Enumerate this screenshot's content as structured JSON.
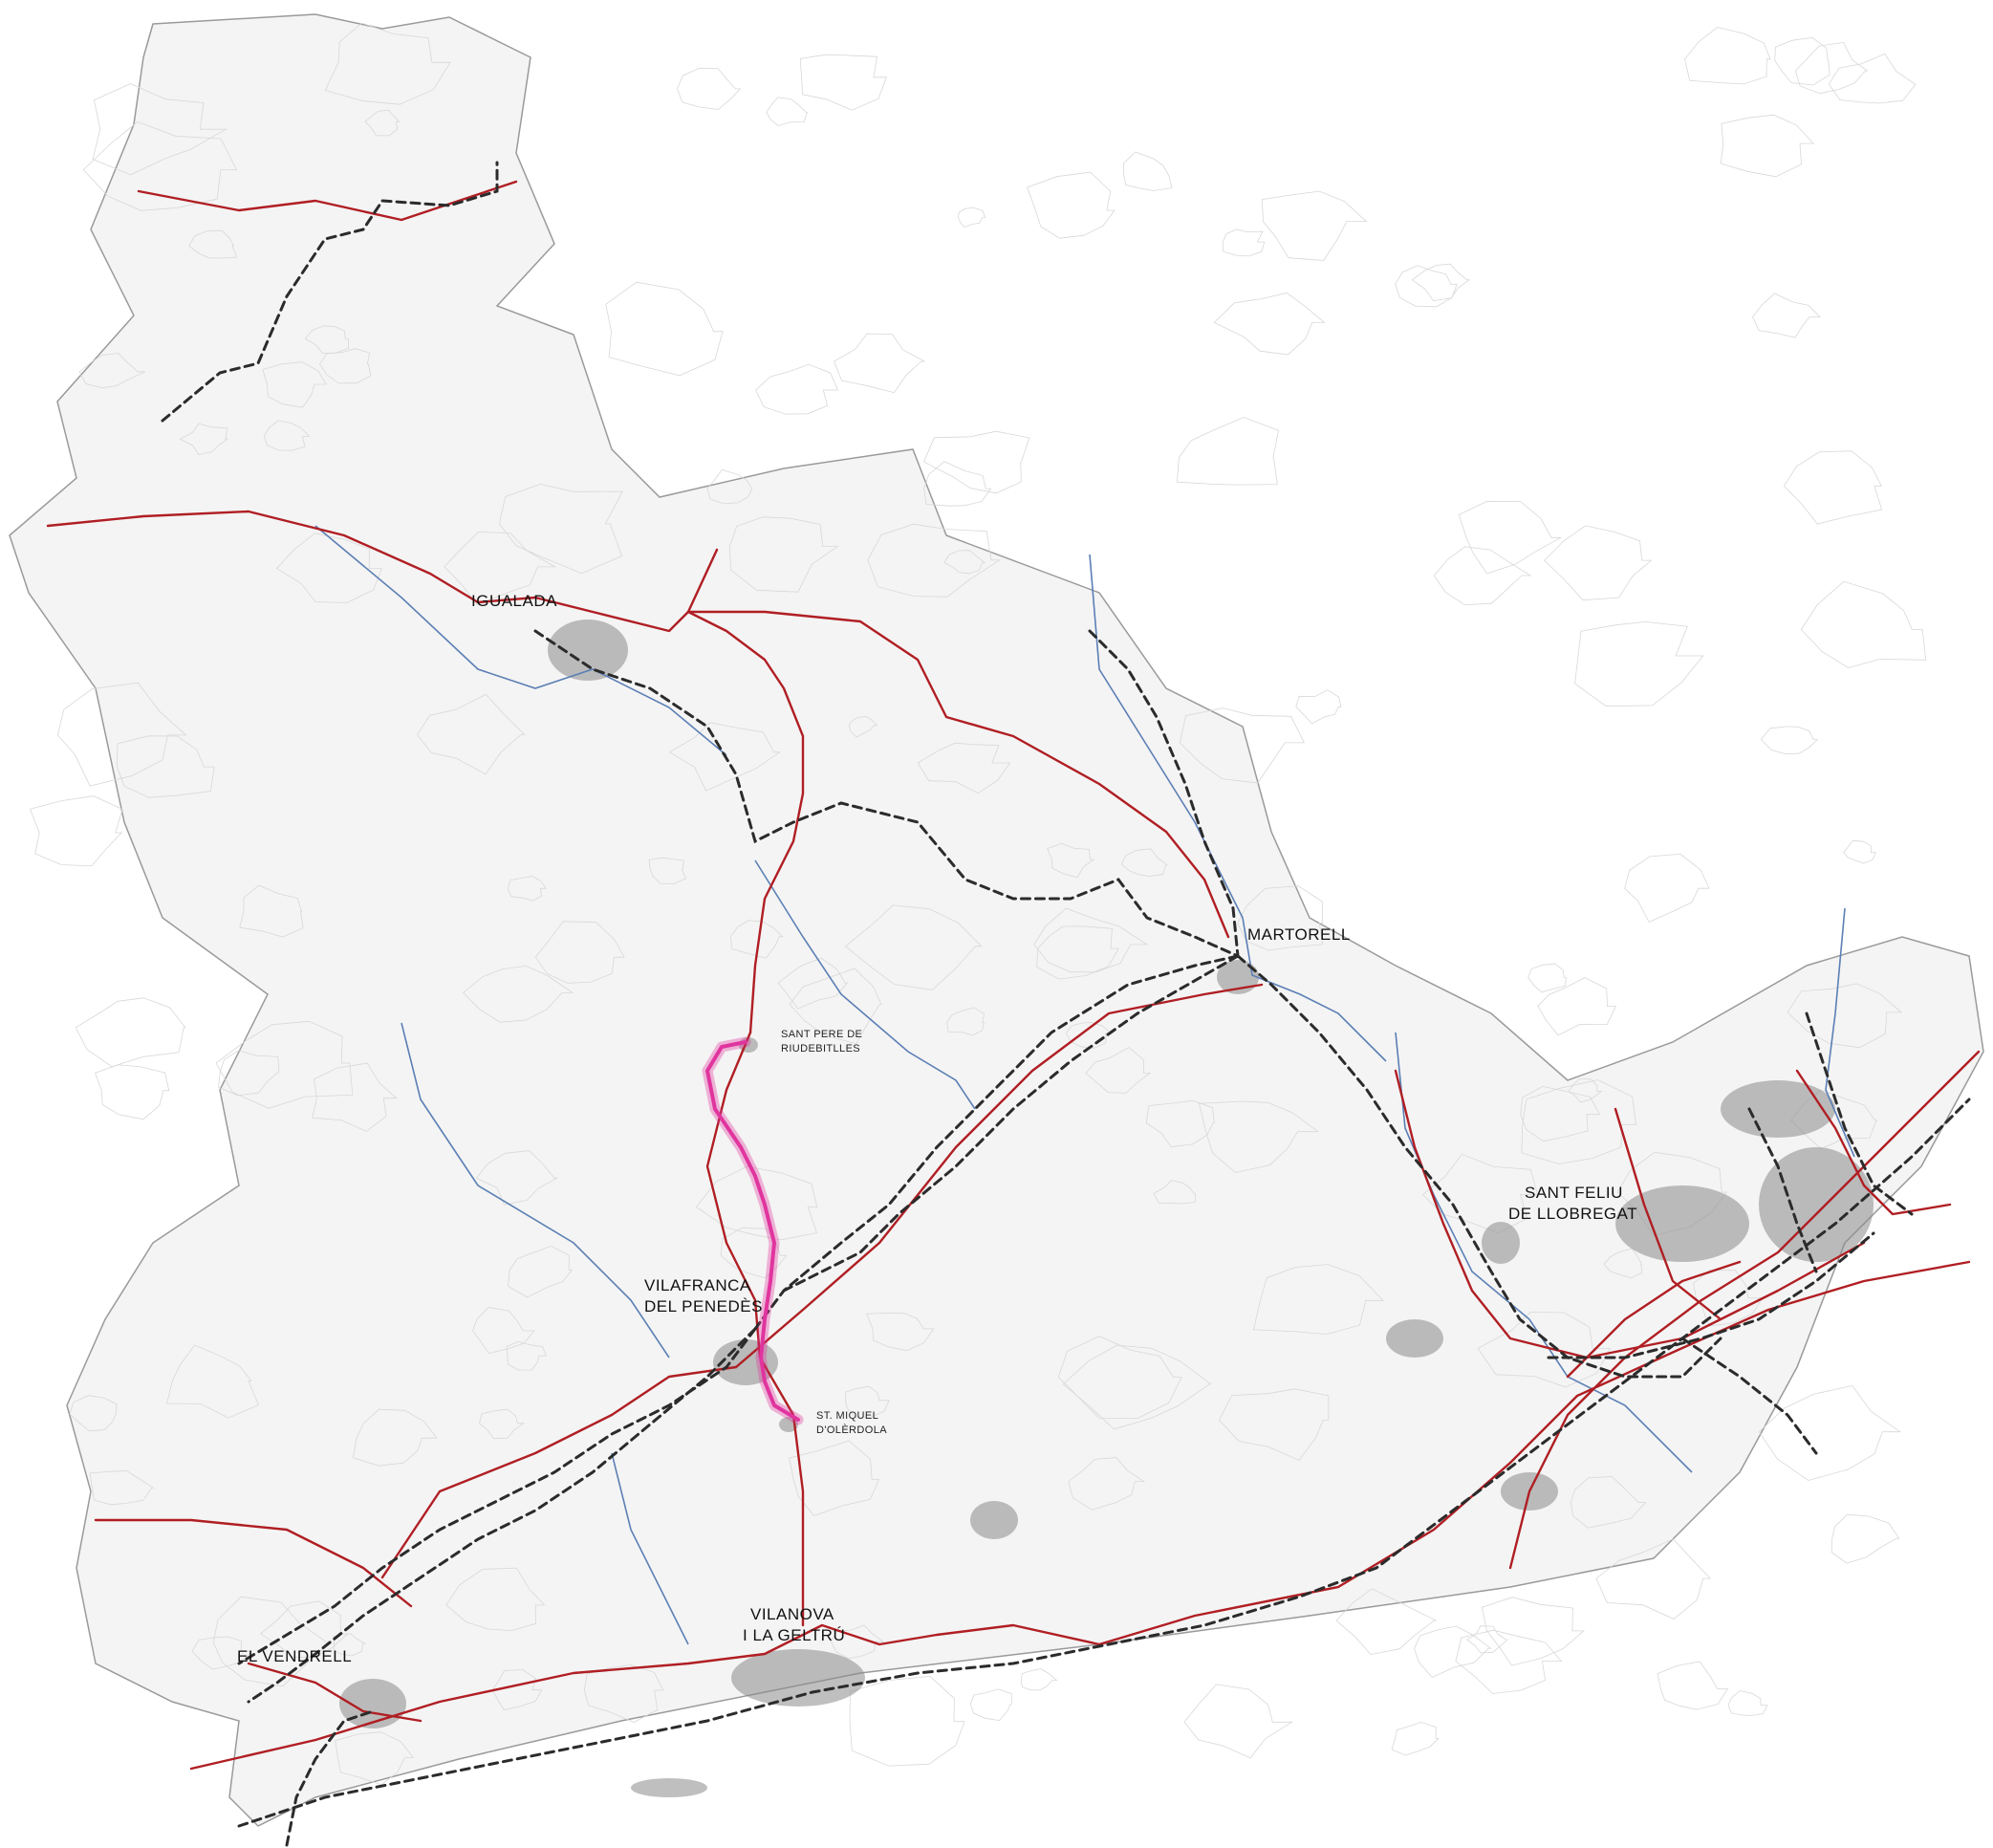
{
  "map": {
    "colors": {
      "land": "#f4f4f4",
      "land_outline": "#9a9a9a",
      "contour": "#d8d8d8",
      "road": "#b01e23",
      "rail": "#2b2b2b",
      "river": "#5b7fb5",
      "route": "#e0359e",
      "urban": "#8a8a8a"
    },
    "icons": [
      "urban-area-icon"
    ],
    "places": {
      "igualada": {
        "lines": [
          "IGUALADA"
        ]
      },
      "martorell": {
        "lines": [
          "MARTORELL"
        ]
      },
      "sant_pere": {
        "lines": [
          "SANT PERE DE",
          "RIUDEBITLLES"
        ]
      },
      "sant_feliu": {
        "lines": [
          "SANT FELIU",
          "DE LLOBREGAT"
        ]
      },
      "vilafranca": {
        "lines": [
          "VILAFRANCA",
          "DEL PENEDÈS"
        ]
      },
      "st_miquel": {
        "lines": [
          "ST. MIQUEL",
          "D'OLÈRDOLA"
        ]
      },
      "el_vendrell": {
        "lines": [
          "EL VENDRELL"
        ]
      },
      "vilanova": {
        "lines": [
          "VILANOVA",
          "I LA GELTRÚ"
        ]
      }
    }
  }
}
